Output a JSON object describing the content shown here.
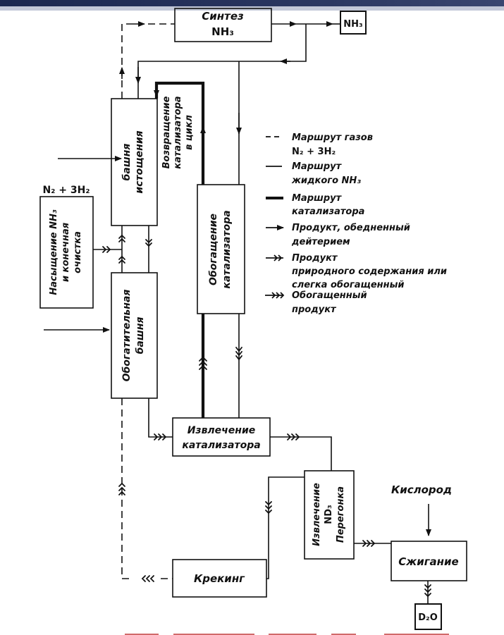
{
  "title": "Схема производства тяжёлой воды (D2O) обменом аммиак–водород",
  "nodes": {
    "synthesis": {
      "line1": "Синтез",
      "line2": "NH₃"
    },
    "nh3_product": {
      "label": "NH₃"
    },
    "depletion_tower": {
      "line1": "башня",
      "line2": "истощения"
    },
    "catalyst_return": {
      "line1": "Возвращение",
      "line2": "катализатора",
      "line3": "в цикл"
    },
    "catalyst_enrichment": {
      "line1": "Обогащение",
      "line2": "катализатора"
    },
    "saturation": {
      "top_label": "N₂ + 3H₂",
      "line1": "Насыщение NH₃",
      "line2": "и конечная",
      "line3": "очистка"
    },
    "enrichment_tower": {
      "line1": "Обогатительная",
      "line2": "башня"
    },
    "catalyst_extraction": {
      "line1": "Извлечение",
      "line2": "катализатора"
    },
    "nd3_extraction": {
      "line1": "Извлечение",
      "line2": "ND₃",
      "line3": "Перегонка"
    },
    "oxygen": {
      "label": "Кислород"
    },
    "combustion": {
      "label": "Сжигание"
    },
    "d2o_product": {
      "label": "D₂O"
    },
    "cracking": {
      "label": "Крекинг"
    }
  },
  "legend": [
    {
      "symbol": "dashed-line",
      "line1": "Маршрут газов",
      "line2": "N₂ + 3H₂"
    },
    {
      "symbol": "thin-line",
      "line1": "Маршрут",
      "line2": "жидкого NH₃"
    },
    {
      "symbol": "thick-line",
      "line1": "Маршрут",
      "line2": "катализатора"
    },
    {
      "symbol": "single-arrow",
      "line1": "Продукт, обедненный",
      "line2": "дейтерием"
    },
    {
      "symbol": "double-arrow",
      "line1": "Продукт",
      "line2": "природного содержания или",
      "line3": "слегка обогащенный"
    },
    {
      "symbol": "triple-arrow",
      "line1": "Обогащенный",
      "line2": "продукт"
    }
  ],
  "colors": {
    "ink": "#111111",
    "header": "#1c2850",
    "footer_accent": "#d06a6a"
  }
}
